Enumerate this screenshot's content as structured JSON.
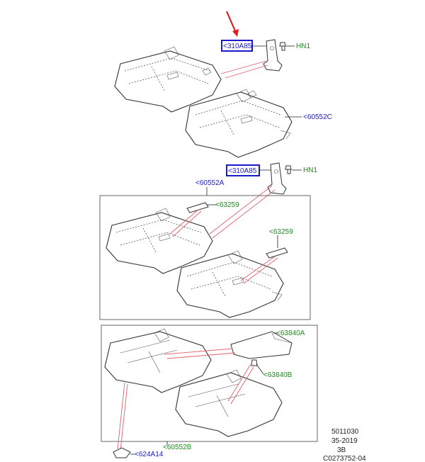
{
  "labels": {
    "top_bracket_part": "<310A85",
    "top_bolt_part": "HN1",
    "upper_cushion_part": "<60552C",
    "mid_bracket_part": "<310A85",
    "mid_bolt_part": "HN1",
    "mid_cushion_part": "<60552A",
    "pad_left_part": "<63259",
    "pad_right_part": "<63259",
    "pad_large_part": "<63840A",
    "pad_lower_part": "<63840B",
    "lower_cushion_part": "<60552B",
    "clip_part": "<624A14"
  },
  "footer": {
    "line1": "5011030",
    "line2": "35-2019",
    "line3": "3B",
    "line4": "C0273752-04"
  },
  "colors": {
    "blue_label": "#1a1acc",
    "green_label": "#1f8a1f",
    "highlight_box": "#1a1acc",
    "pointer_arrow": "#e02020",
    "callout_line": "#e0606a"
  }
}
